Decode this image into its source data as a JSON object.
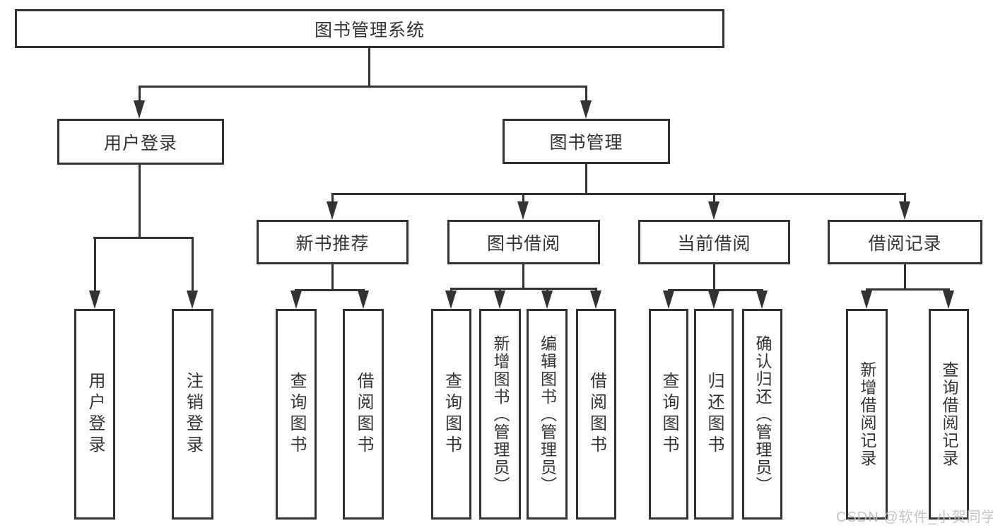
{
  "diagram": {
    "title": "图书管理系统",
    "root": {
      "label": "图书管理系统"
    },
    "level2": [
      {
        "label": "用户登录"
      },
      {
        "label": "图书管理"
      }
    ],
    "level3": [
      {
        "label": "新书推荐"
      },
      {
        "label": "图书借阅"
      },
      {
        "label": "当前借阅"
      },
      {
        "label": "借阅记录"
      }
    ],
    "leaves": {
      "user_login": [
        "用户登录",
        "注销登录"
      ],
      "new_book": [
        "查询图书",
        "借阅图书"
      ],
      "book_borrow": [
        "查询图书",
        "新增图书（管理员）",
        "编辑图书（管理员）",
        "借阅图书"
      ],
      "current_borrow": [
        "查询图书",
        "归还图书",
        "确认归还（管理员）"
      ],
      "borrow_records": [
        "新增借阅记录",
        "查询借阅记录"
      ]
    }
  },
  "watermark": "CSDN @软件_小贺同学",
  "colors": {
    "line": "#333333",
    "box_border": "#333333",
    "text": "#333333",
    "background": "#ffffff",
    "watermark": "#bebebe"
  }
}
